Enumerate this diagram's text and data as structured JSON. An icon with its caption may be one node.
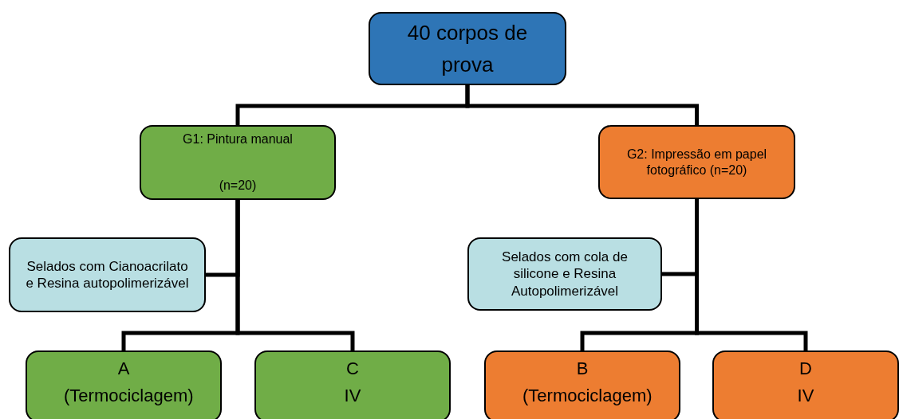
{
  "diagram": {
    "nodes": [
      {
        "text": [
          "40 corpos de prova"
        ]
      },
      {
        "text": [
          "G1: Pintura manual",
          "(n=20)"
        ]
      },
      {
        "text": [
          "G2: Impressão em papel fotográfico (n=20)"
        ]
      },
      {
        "text": [
          "Selados com Cianoacrilato e Resina autopolimerizável"
        ]
      },
      {
        "text": [
          "A (Termociclagem)"
        ]
      },
      {
        "text": [
          "C IV"
        ]
      },
      {
        "text": [
          "Selados com cola de silicone e Resina Autopolimerizável"
        ]
      },
      {
        "text": [
          "B (Termociclagem)"
        ]
      },
      {
        "text": [
          "D IV"
        ]
      }
    ],
    "edges": [
      {
        "from": 0,
        "to": 1,
        "arrow": "none"
      },
      {
        "from": 0,
        "to": 2,
        "arrow": "none"
      },
      {
        "from": 1,
        "to": 3,
        "arrow": "none"
      },
      {
        "from": 1,
        "to": 4,
        "arrow": "none"
      },
      {
        "from": 1,
        "to": 5,
        "arrow": "none"
      },
      {
        "from": 2,
        "to": 6,
        "arrow": "none"
      },
      {
        "from": 2,
        "to": 7,
        "arrow": "none"
      },
      {
        "from": 2,
        "to": 8,
        "arrow": "none"
      }
    ]
  }
}
